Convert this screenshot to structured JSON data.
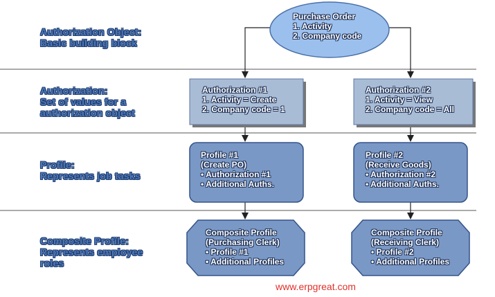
{
  "rows": [
    {
      "lines": [
        "Authorization Object:",
        "Basic building block"
      ]
    },
    {
      "lines": [
        "Authorization:",
        "Set of values for a",
        "authorization object"
      ]
    },
    {
      "lines": [
        "Profile:",
        "Represents job tasks"
      ]
    },
    {
      "lines": [
        "Composite Profile:",
        "Represents employee",
        "roles"
      ]
    }
  ],
  "object_node": {
    "lines": [
      "Purchase Order",
      "1. Activity",
      "2. Company code"
    ]
  },
  "authorizations": [
    {
      "lines": [
        "Authorization #1",
        "1. Activity = Create",
        "2. Company code = 1"
      ]
    },
    {
      "lines": [
        "Authorization #2",
        "1. Activity = View",
        "2. Company code = All"
      ]
    }
  ],
  "profiles": [
    {
      "lines": [
        "Profile #1",
        "(Create PO)",
        "• Authorization #1",
        "• Additional Auths."
      ]
    },
    {
      "lines": [
        "Profile #2",
        "(Receive Goods)",
        "• Authorization #2",
        "• Additional Auths."
      ]
    }
  ],
  "composites": [
    {
      "lines": [
        "Composite Profile",
        "(Purchasing Clerk)",
        "• Profile #1",
        "• Additional Profiles"
      ]
    },
    {
      "lines": [
        "Composite Profile",
        "(Receiving Clerk)",
        "• Profile #2",
        "• Additional Profiles"
      ]
    }
  ],
  "footer": {
    "text": "www.erpgreat.com"
  },
  "colors": {
    "label_text": "#4d78b8",
    "ellipse_fill": "#9cc0ee",
    "rect_fill": "#a9bcd6",
    "rounded_fill": "#7a98c5",
    "octagon_fill": "#7a98c5",
    "watermark": "#e0302a"
  }
}
